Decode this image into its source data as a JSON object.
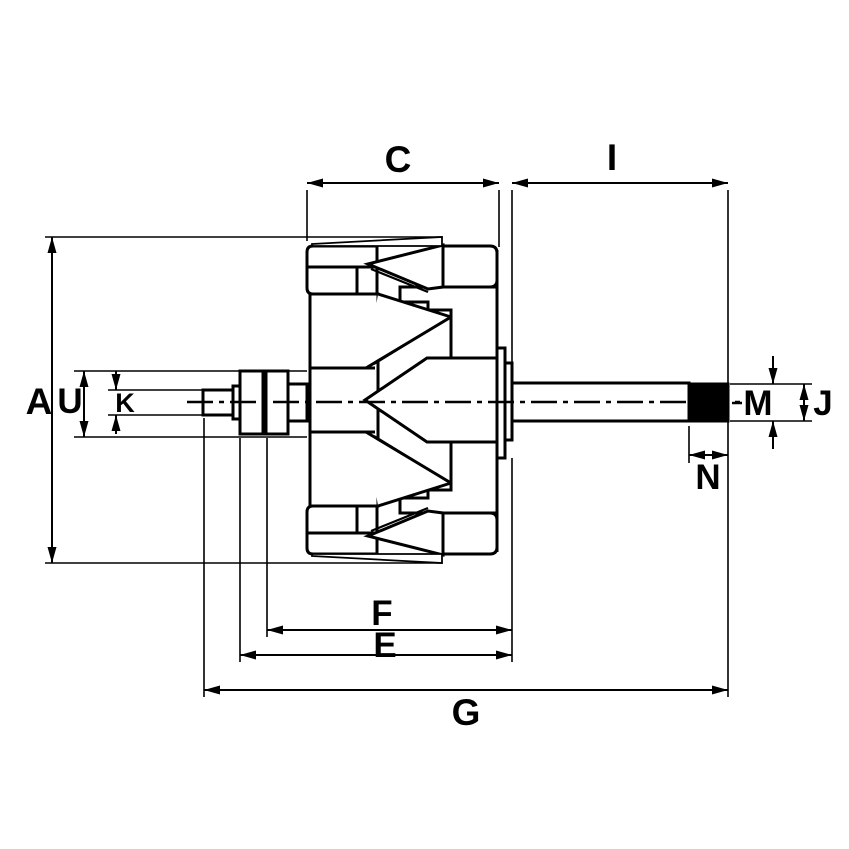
{
  "diagram": {
    "kind": "rotor-dimension-drawing",
    "background_color": "#ffffff",
    "line_color": "#000000",
    "thread_fill_color": "#000000",
    "labels": {
      "A": "A",
      "C": "C",
      "E": "E",
      "F": "F",
      "G": "G",
      "I": "I",
      "J": "J",
      "K": "K",
      "M": "M",
      "N": "N",
      "U": "U"
    }
  }
}
